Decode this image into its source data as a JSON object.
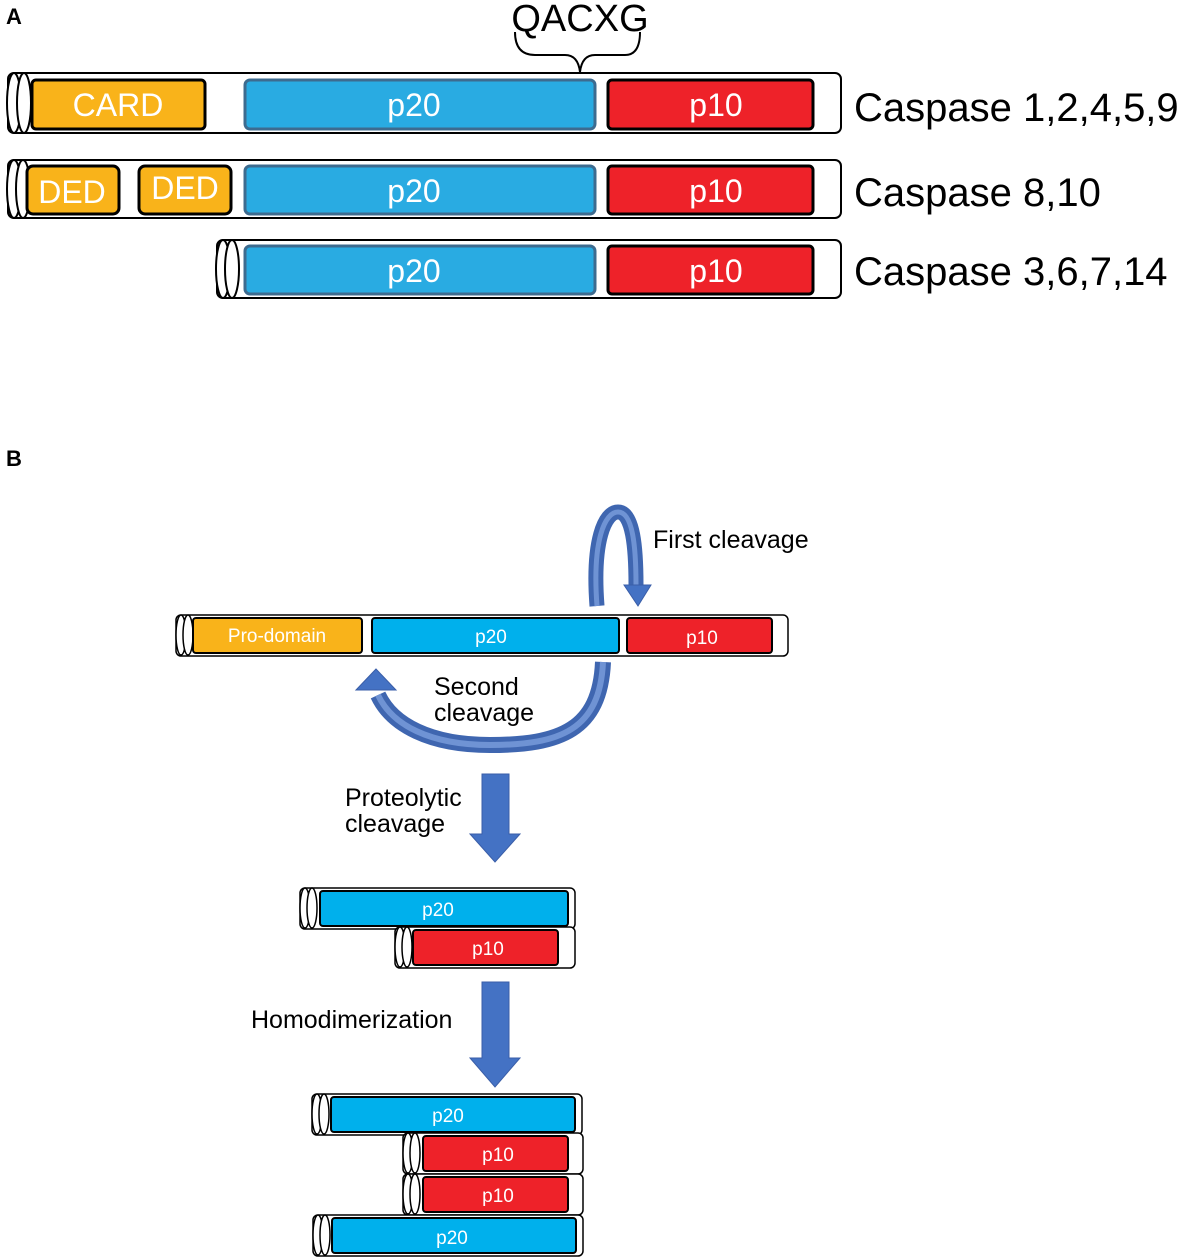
{
  "panel_a": {
    "label": "A",
    "motif": "QACXG",
    "rows": [
      {
        "domains": [
          "CARD",
          "p20",
          "p10"
        ],
        "caption": "Caspase 1,2,4,5,9"
      },
      {
        "domains": [
          "DED",
          "DED",
          "p20",
          "p10"
        ],
        "caption": "Caspase 8,10"
      },
      {
        "domains": [
          "p20",
          "p10"
        ],
        "caption": "Caspase 3,6,7,14"
      }
    ]
  },
  "panel_b": {
    "label": "B",
    "procaspase": [
      "Pro-domain",
      "p20",
      "p10"
    ],
    "first_cleavage": "First cleavage",
    "second_cleavage_line1": "Second",
    "second_cleavage_line2": "cleavage",
    "proteolytic_line1": "Proteolytic",
    "proteolytic_line2": "cleavage",
    "heterodimer": [
      "p20",
      "p10"
    ],
    "homodimerization": "Homodimerization",
    "tetramer": [
      "p20",
      "p10",
      "p10",
      "p20"
    ]
  },
  "colors": {
    "prodomain": "#F9B31A",
    "p20": "#29ABE2",
    "p20_b": "#00B0EC",
    "p10": "#EE2229",
    "arrow": "#4472C4",
    "tube_outline": "#000000"
  }
}
